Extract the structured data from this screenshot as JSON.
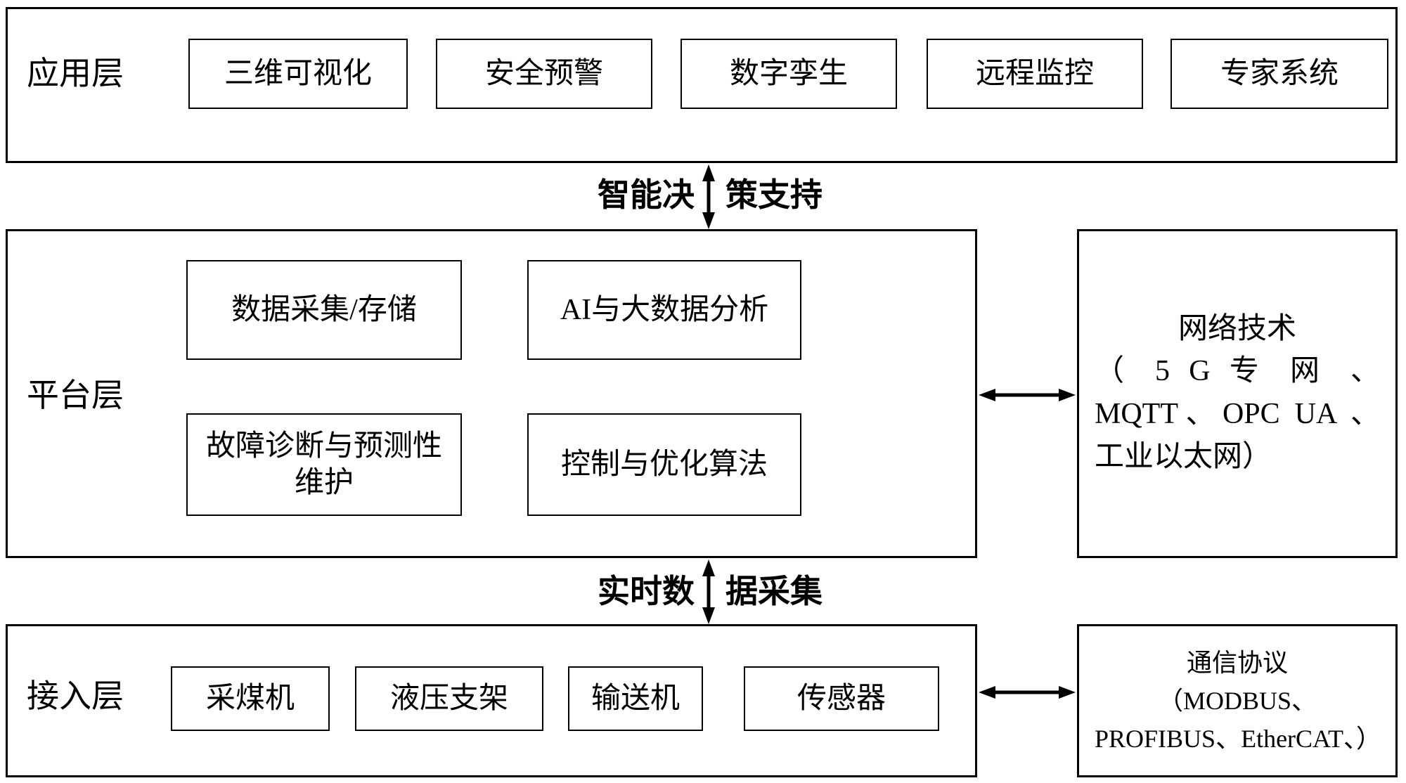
{
  "layers": {
    "application": {
      "label": "应用层",
      "items": [
        "三维可视化",
        "安全预警",
        "数字孪生",
        "远程监控",
        "专家系统"
      ]
    },
    "platform": {
      "label": "平台层",
      "items": [
        "数据采集/存储",
        "AI与大数据分析",
        "故障诊断与预测性维护",
        "控制与优化算法"
      ]
    },
    "access": {
      "label": "接入层",
      "items": [
        "采煤机",
        "液压支架",
        "输送机",
        "传感器"
      ]
    }
  },
  "side_boxes": {
    "network": {
      "title": "网络技术",
      "body": "（ 5 G 专 网 、MQTT、OPC UA 、 工业以太网）"
    },
    "protocol": {
      "title": "通信协议",
      "body": "（MODBUS、PROFIBUS、EtherCAT、）"
    }
  },
  "connectors": {
    "decision_support": {
      "left": "智能决",
      "right": "策支持"
    },
    "realtime_data": {
      "left": "实时数",
      "right": "据采集"
    }
  },
  "colors": {
    "line": "#000000",
    "background": "#ffffff"
  }
}
